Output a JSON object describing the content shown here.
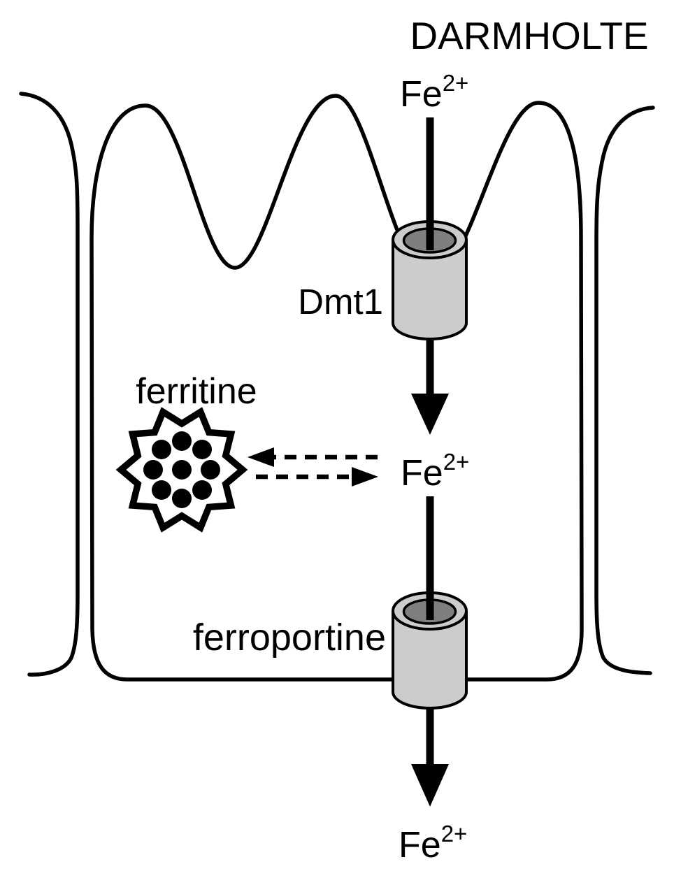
{
  "title": "DARMHOLTE",
  "ions": {
    "lumen": {
      "symbol": "Fe",
      "charge": "2+"
    },
    "cytosol": {
      "symbol": "Fe",
      "charge": "2+"
    },
    "exported": {
      "symbol": "Fe",
      "charge": "2+"
    }
  },
  "transporters": {
    "apical": "Dmt1",
    "basolateral": "ferroportine"
  },
  "storage": {
    "label": "ferritine",
    "iron_dot_count": 9
  },
  "colors": {
    "line": "#000000",
    "channel_body": "#cccccc",
    "channel_opening": "#7f7f7f",
    "background": "#ffffff",
    "text": "#000000"
  }
}
